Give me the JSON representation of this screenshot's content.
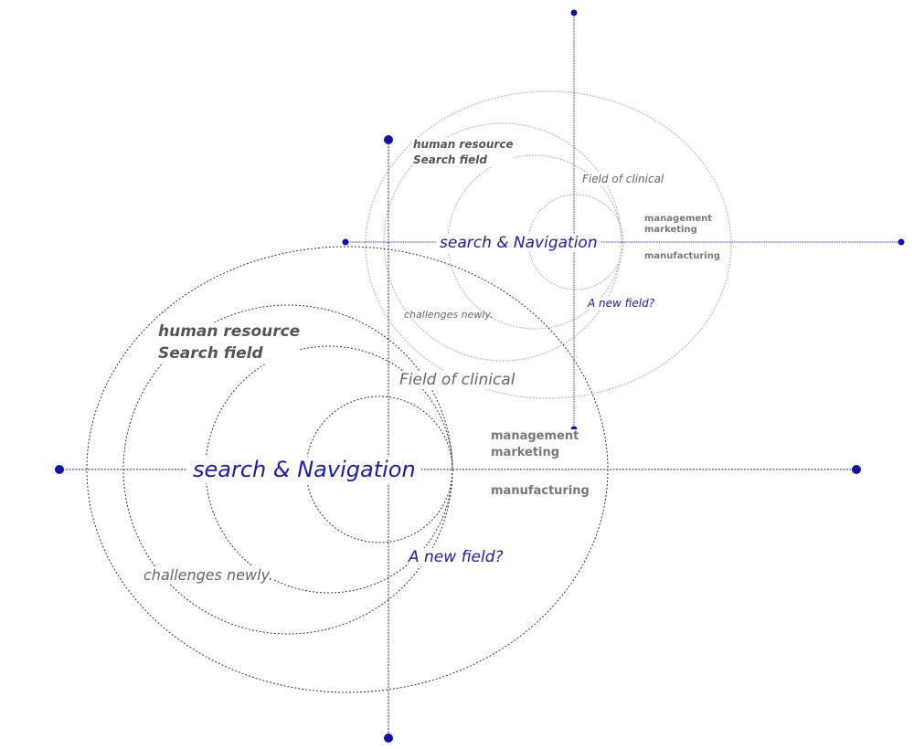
{
  "colors": {
    "accent": "#1a1ab8",
    "dot": "#1010a8",
    "text": "#555555",
    "line_light": "#b8b8b8",
    "line_dark": "#333333"
  },
  "large": {
    "center": "search & Navigation",
    "hr_line1": "human resource",
    "hr_line2": "Search field",
    "clinical": "Field of clinical",
    "management": "management",
    "marketing": "marketing",
    "manufacturing": "manufacturing",
    "new_field": "A new field?",
    "challenges": "challenges newly."
  },
  "small": {
    "center": "search & Navigation",
    "hr_line1": "human resource",
    "hr_line2": "Search field",
    "clinical": "Field of clinical",
    "management": "management",
    "marketing": "marketing",
    "manufacturing": "manufacturing",
    "new_field": "A new field?",
    "challenges": "challenges newly."
  }
}
